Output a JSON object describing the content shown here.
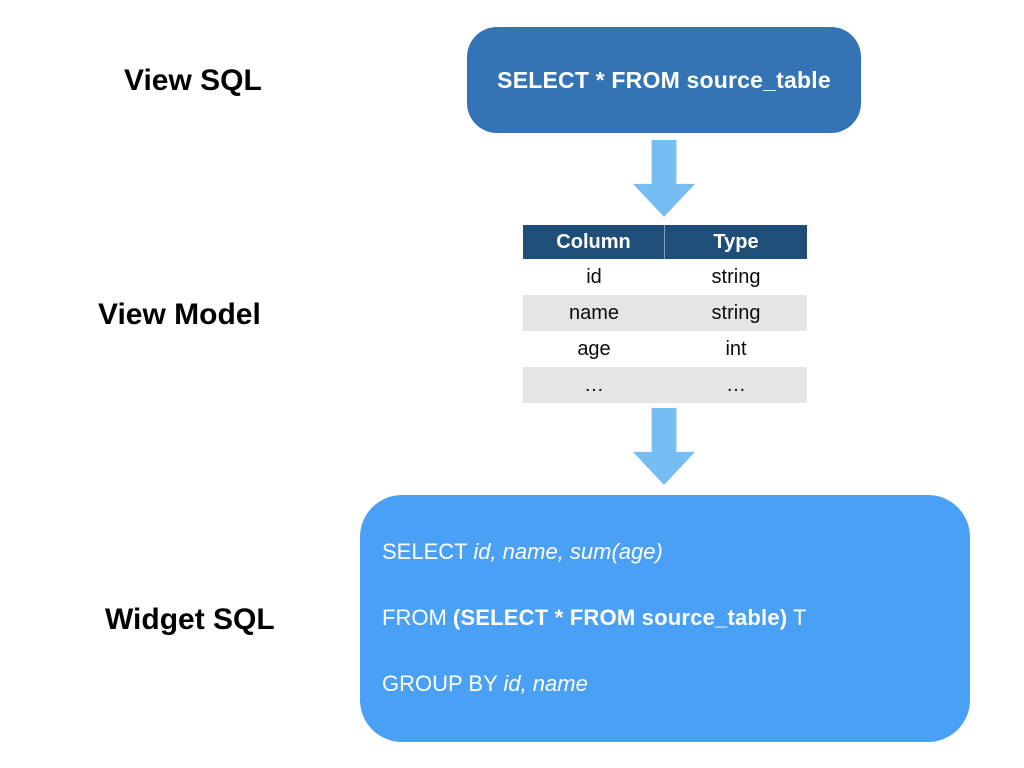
{
  "colors": {
    "view_sql_box_bg": "#3474B4",
    "table_header_bg": "#1F4E79",
    "table_row_alt_bg": "#E4E5E7",
    "widget_sql_box_bg": "#4AA0F4",
    "arrow": "#76BDF3",
    "text_on_blue": "#FFFFFF"
  },
  "labels": {
    "view_sql": "View SQL",
    "view_model": "View Model",
    "widget_sql": "Widget SQL"
  },
  "view_sql_box": {
    "text": "SELECT * FROM source_table"
  },
  "view_model_table": {
    "headers": [
      "Column",
      "Type"
    ],
    "rows": [
      [
        "id",
        "string"
      ],
      [
        "name",
        "string"
      ],
      [
        "age",
        "int"
      ],
      [
        "…",
        "…"
      ]
    ]
  },
  "widget_sql_box": {
    "lines": [
      {
        "segments": [
          {
            "text": "SELECT ",
            "style": "regular"
          },
          {
            "text": "id, name, sum(age)",
            "style": "italic"
          }
        ]
      },
      {
        "segments": [
          {
            "text": "FROM ",
            "style": "regular"
          },
          {
            "text": "(SELECT * FROM source_table)",
            "style": "bold"
          },
          {
            "text": " T",
            "style": "regular"
          }
        ]
      },
      {
        "segments": [
          {
            "text": "GROUP BY ",
            "style": "regular"
          },
          {
            "text": "id, name",
            "style": "italic"
          }
        ]
      }
    ]
  }
}
